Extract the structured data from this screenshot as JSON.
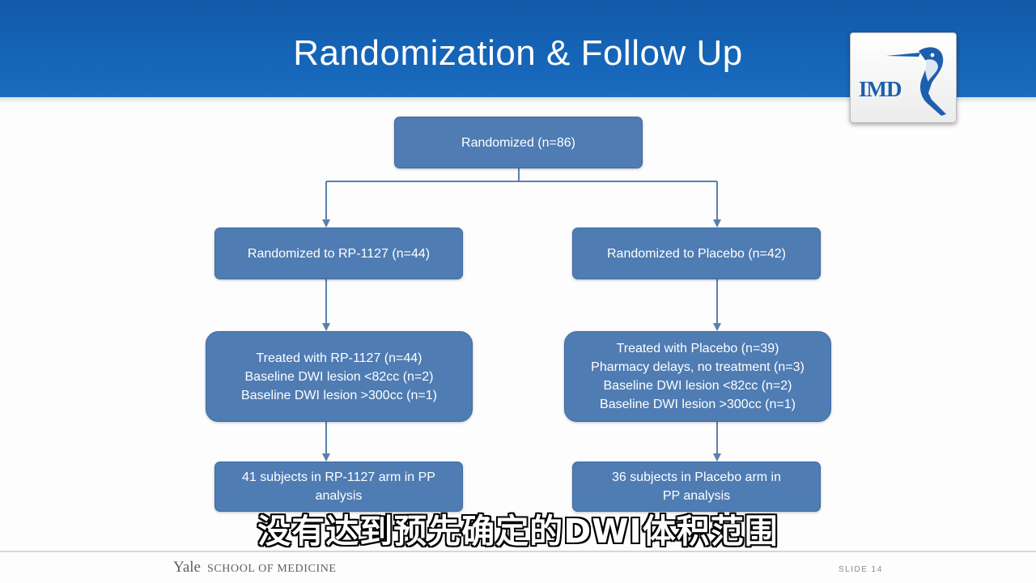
{
  "slide": {
    "title": "Randomization & Follow Up",
    "logo_text": "IMD"
  },
  "flowchart": {
    "top": {
      "label": "Randomized (n=86)"
    },
    "left_arm": {
      "allocation": "Randomized to RP-1127 (n=44)",
      "treatment_lines": [
        "Treated with RP-1127 (n=44)",
        "Baseline DWI lesion <82cc (n=2)",
        "Baseline DWI lesion >300cc (n=1)"
      ],
      "analysis_lines": [
        "41 subjects in RP-1127 arm in PP",
        "analysis"
      ]
    },
    "right_arm": {
      "allocation": "Randomized to Placebo (n=42)",
      "treatment_lines": [
        "Treated with Placebo (n=39)",
        "Pharmacy delays, no treatment (n=3)",
        "Baseline DWI lesion <82cc (n=2)",
        "Baseline DWI lesion >300cc (n=1)"
      ],
      "analysis_lines": [
        "36 subjects in Placebo arm in",
        "PP analysis"
      ]
    }
  },
  "subtitle": "没有达到预先确定的DWI体积范围",
  "footer": {
    "yale": "Yale",
    "school": "SCHOOL OF MEDICINE",
    "slide_number": "SLIDE 14"
  },
  "colors": {
    "banner": "#1565b8",
    "box_fill": "#4f7cb3",
    "connector": "#5b7fab"
  }
}
